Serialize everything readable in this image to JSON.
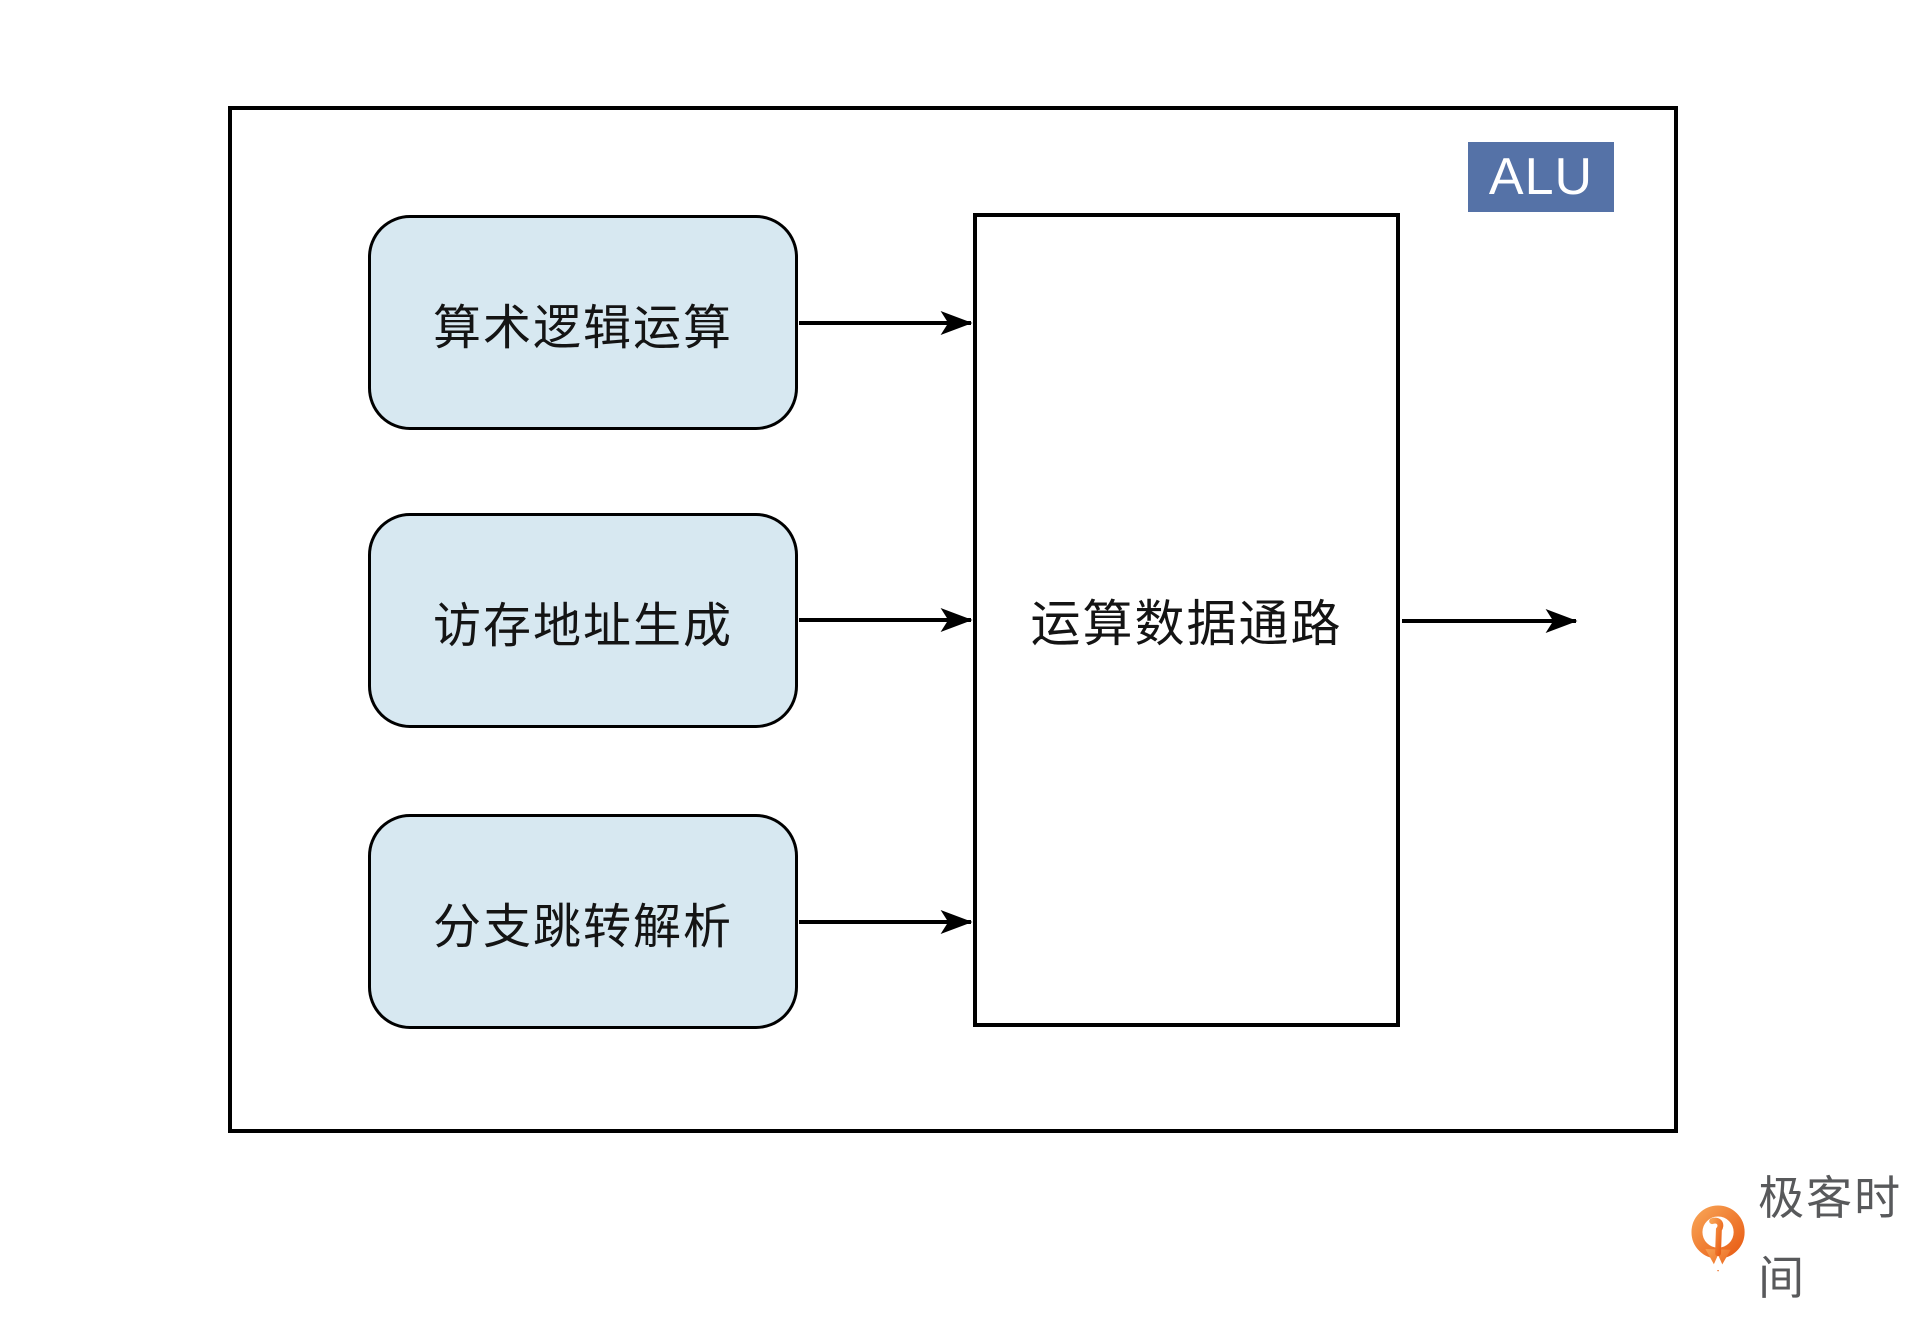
{
  "diagram": {
    "badge": {
      "label": "ALU"
    },
    "input_nodes": [
      {
        "label": "算术逻辑运算"
      },
      {
        "label": "访存地址生成"
      },
      {
        "label": "分支跳转解析"
      }
    ],
    "process_node": {
      "label": "运算数据通路"
    },
    "arrows": [
      {
        "name": "arithmetic-logic-to-datapath"
      },
      {
        "name": "memory-address-to-datapath"
      },
      {
        "name": "branch-jump-to-datapath"
      },
      {
        "name": "datapath-output"
      }
    ]
  },
  "branding": {
    "logo_text": "极客时间",
    "logo_icon": "geektime-logo-icon"
  },
  "colors": {
    "node_fill": "#d7e8f1",
    "badge_bg": "#5572a7",
    "badge_text": "#ffffff",
    "stroke": "#000000",
    "logo_orange": "#ed6a1d",
    "logo_text_color": "#58595b"
  }
}
